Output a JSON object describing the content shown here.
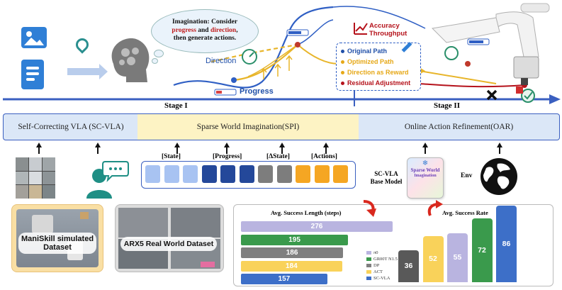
{
  "stage1": {
    "label": "Stage I",
    "thought_line1": "Imagination: Consider",
    "thought_progress": "progress",
    "thought_and": " and ",
    "thought_direction": "direction",
    "thought_comma": ",",
    "thought_line3": "then generate actions.",
    "direction_label": "Direction",
    "progress_label": "Progress"
  },
  "stage2": {
    "label": "Stage II",
    "accuracy": "Accuracy",
    "throughput": "Throughput",
    "items": [
      {
        "text": "Original Path",
        "color": "#1f4fa8"
      },
      {
        "text": "Optimized Path",
        "color": "#e6a817"
      },
      {
        "text": "Direction as Reward",
        "color": "#e6a817"
      },
      {
        "text": "Residual Adjustment",
        "color": "#b5121b"
      }
    ]
  },
  "modules": {
    "scvla": "Self-Correcting VLA (SC-VLA)",
    "spi": "Sparse World Imagination(SPI)",
    "oar": "Online Action Refinement(OAR)"
  },
  "tokens": {
    "labels": [
      "[State]",
      "[Progress]",
      "[ΔState]",
      "[Actions]"
    ],
    "colors": [
      "#a8c3f2",
      "#a8c3f2",
      "#a8c3f2",
      "#24489a",
      "#24489a",
      "#24489a",
      "#7d7d7d",
      "#7d7d7d",
      "#f5a623",
      "#f5a623",
      "#f5a623"
    ]
  },
  "base_model": {
    "label_line1": "SC-VLA",
    "label_line2": "Base Model",
    "card_line1": "Sparse World",
    "card_line2": "Imagination"
  },
  "env_label": "Env",
  "datasets": {
    "sim_line1": "ManiSkill simulated",
    "sim_line2": "Dataset",
    "real": "ARX5 Real World Dataset"
  },
  "chart_data": [
    {
      "type": "bar",
      "orientation": "horizontal",
      "title": "Avg. Success Length (steps)",
      "categories": [
        "π0",
        "GR00T N1.5",
        "DP",
        "ACT",
        "SC-VLA"
      ],
      "values": [
        276,
        195,
        186,
        184,
        157
      ],
      "colors": [
        "#b9b4e0",
        "#3a9a4c",
        "#7f7f7f",
        "#f9d25a",
        "#3d6fc8"
      ]
    },
    {
      "type": "bar",
      "title": "Avg. Success Rate",
      "categories": [
        "DP",
        "ACT",
        "π0",
        "GR00T N1.5",
        "SC-VLA"
      ],
      "values": [
        36,
        52,
        55,
        72,
        86
      ],
      "colors": [
        "#595959",
        "#f9d25a",
        "#b9b4e0",
        "#3a9a4c",
        "#3d6fc8"
      ],
      "legend": [
        "π0",
        "GR00T N1.5",
        "DP",
        "ACT",
        "SC-VLA"
      ],
      "legend_colors": [
        "#b9b4e0",
        "#3a9a4c",
        "#7f7f7f",
        "#f9d25a",
        "#3d6fc8"
      ]
    }
  ]
}
